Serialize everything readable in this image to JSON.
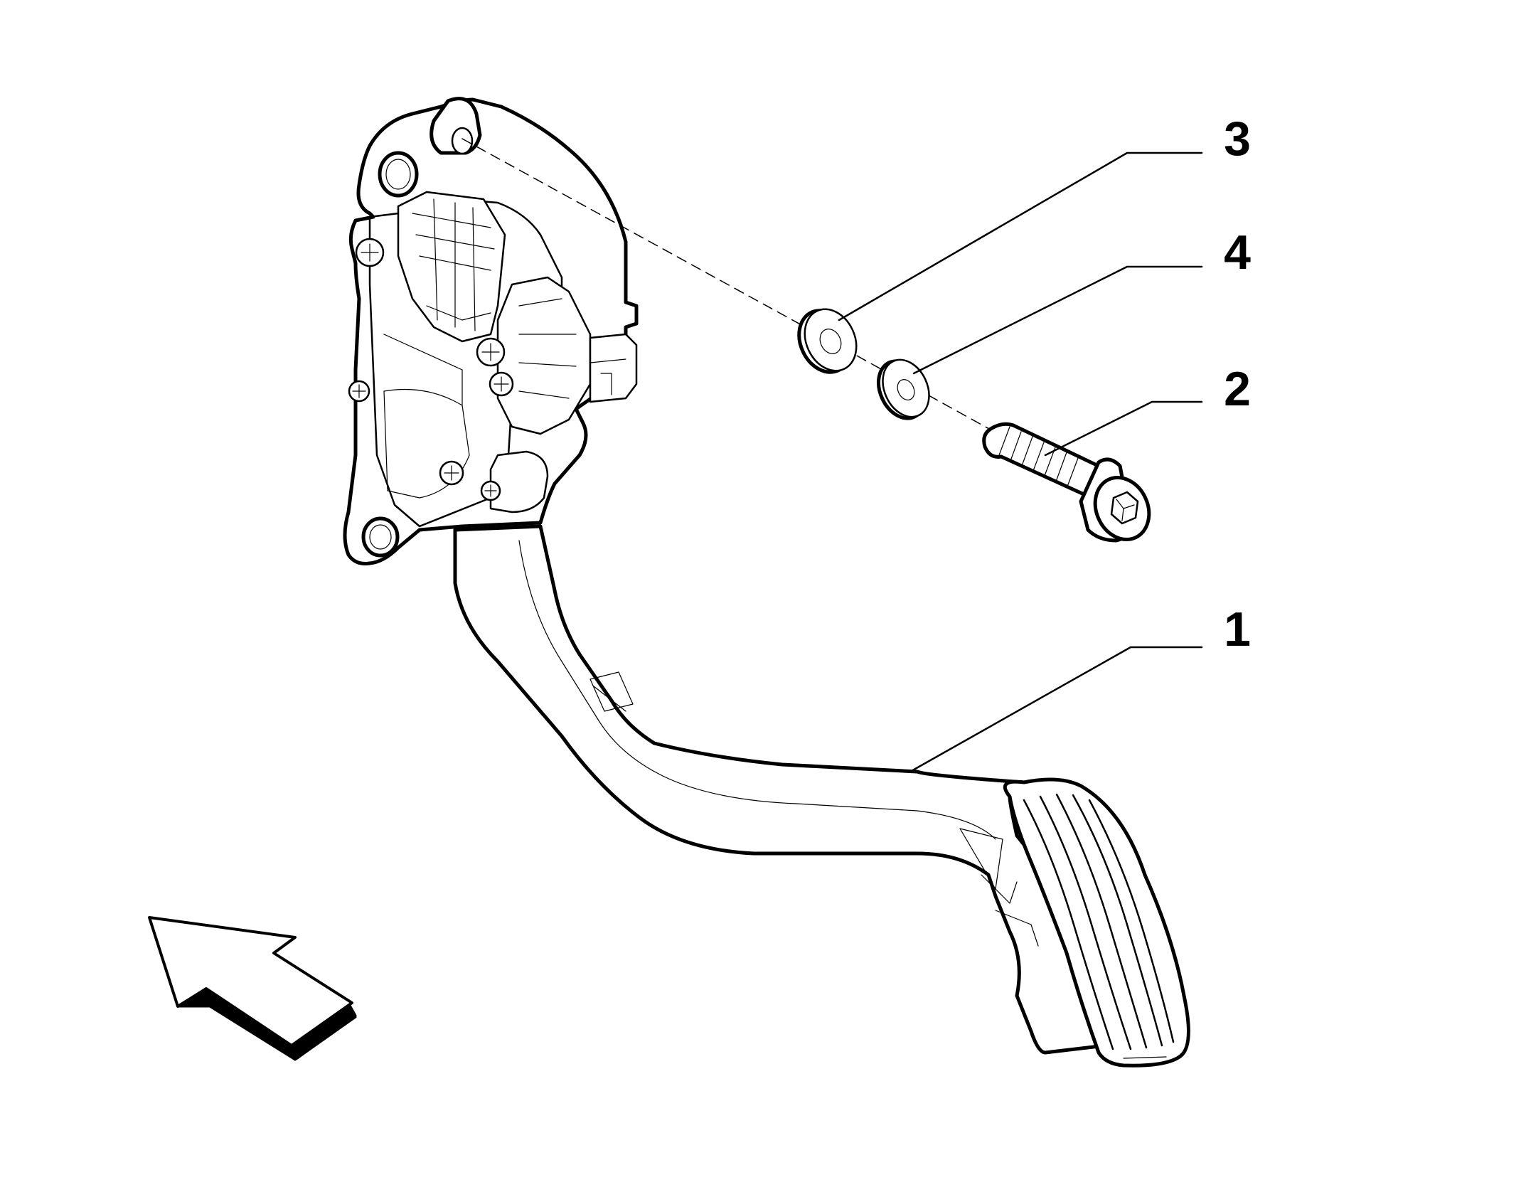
{
  "callouts": [
    {
      "id": "1",
      "label": "1"
    },
    {
      "id": "2",
      "label": "2"
    },
    {
      "id": "3",
      "label": "3"
    },
    {
      "id": "4",
      "label": "4"
    }
  ],
  "colors": {
    "line": "#000000",
    "background": "#ffffff"
  },
  "icons": [
    "view-direction-arrow-icon"
  ]
}
